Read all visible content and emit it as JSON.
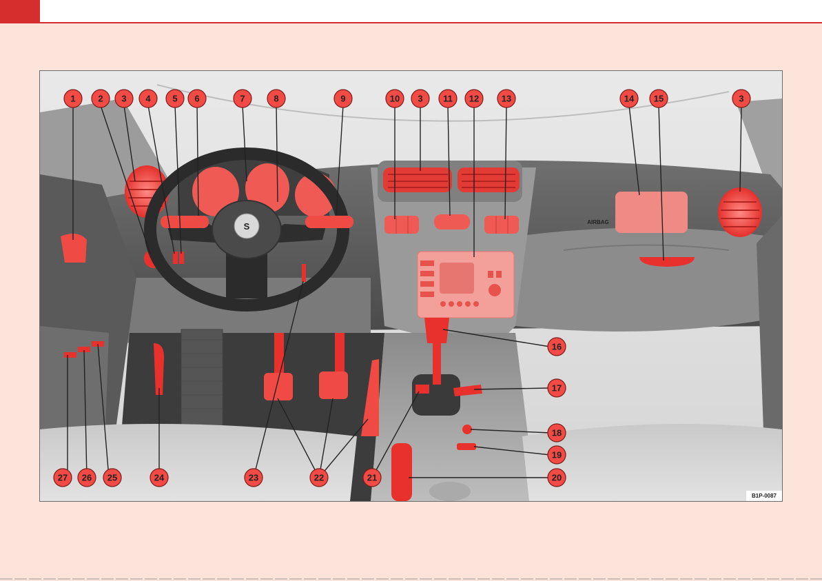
{
  "figure_code": "B1P-0087",
  "airbag_label": "AIRBAG",
  "emblem_letter": "S",
  "colors": {
    "background": "#fde4da",
    "accent_red": "#d62d2d",
    "highlight_red": "#f04a45",
    "callout_fill": "#f24a45",
    "dashboard_dark": "#4a4a4a"
  },
  "callouts": [
    {
      "n": "1"
    },
    {
      "n": "2"
    },
    {
      "n": "3"
    },
    {
      "n": "4"
    },
    {
      "n": "5"
    },
    {
      "n": "6"
    },
    {
      "n": "7"
    },
    {
      "n": "8"
    },
    {
      "n": "9"
    },
    {
      "n": "10"
    },
    {
      "n": "3"
    },
    {
      "n": "11"
    },
    {
      "n": "12"
    },
    {
      "n": "13"
    },
    {
      "n": "14"
    },
    {
      "n": "15"
    },
    {
      "n": "3"
    },
    {
      "n": "16"
    },
    {
      "n": "17"
    },
    {
      "n": "18"
    },
    {
      "n": "19"
    },
    {
      "n": "20"
    },
    {
      "n": "27"
    },
    {
      "n": "26"
    },
    {
      "n": "25"
    },
    {
      "n": "24"
    },
    {
      "n": "23"
    },
    {
      "n": "22"
    },
    {
      "n": "21"
    }
  ]
}
